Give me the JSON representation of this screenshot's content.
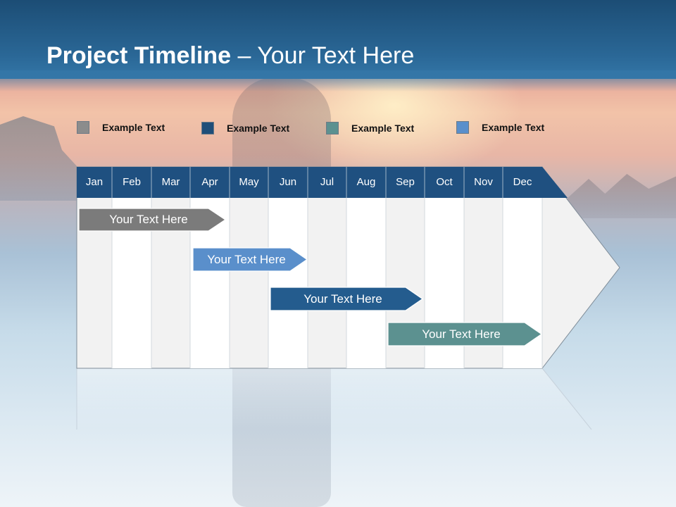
{
  "slide": {
    "title_bold": "Project Timeline",
    "title_rest": " – Your Text Here"
  },
  "legend": [
    {
      "label": "Example Text",
      "color": "#8c8c8c"
    },
    {
      "label": "Example Text",
      "color": "#1f4e79"
    },
    {
      "label": "Example Text",
      "color": "#5c9190"
    },
    {
      "label": "Example Text",
      "color": "#5a8fcb"
    }
  ],
  "timeline": {
    "months": [
      "Jan",
      "Feb",
      "Mar",
      "Apr",
      "May",
      "Jun",
      "Jul",
      "Aug",
      "Sep",
      "Oct",
      "Nov",
      "Dec"
    ],
    "header_color": "#1f5080",
    "tasks": [
      {
        "label": "Your  Text Here",
        "color": "#7b7b7b"
      },
      {
        "label": "Your  Text Here",
        "color": "#5a8fcb"
      },
      {
        "label": "Your  Text Here",
        "color": "#245c8e"
      },
      {
        "label": "Your  Text Here",
        "color": "#5c9190"
      }
    ]
  }
}
